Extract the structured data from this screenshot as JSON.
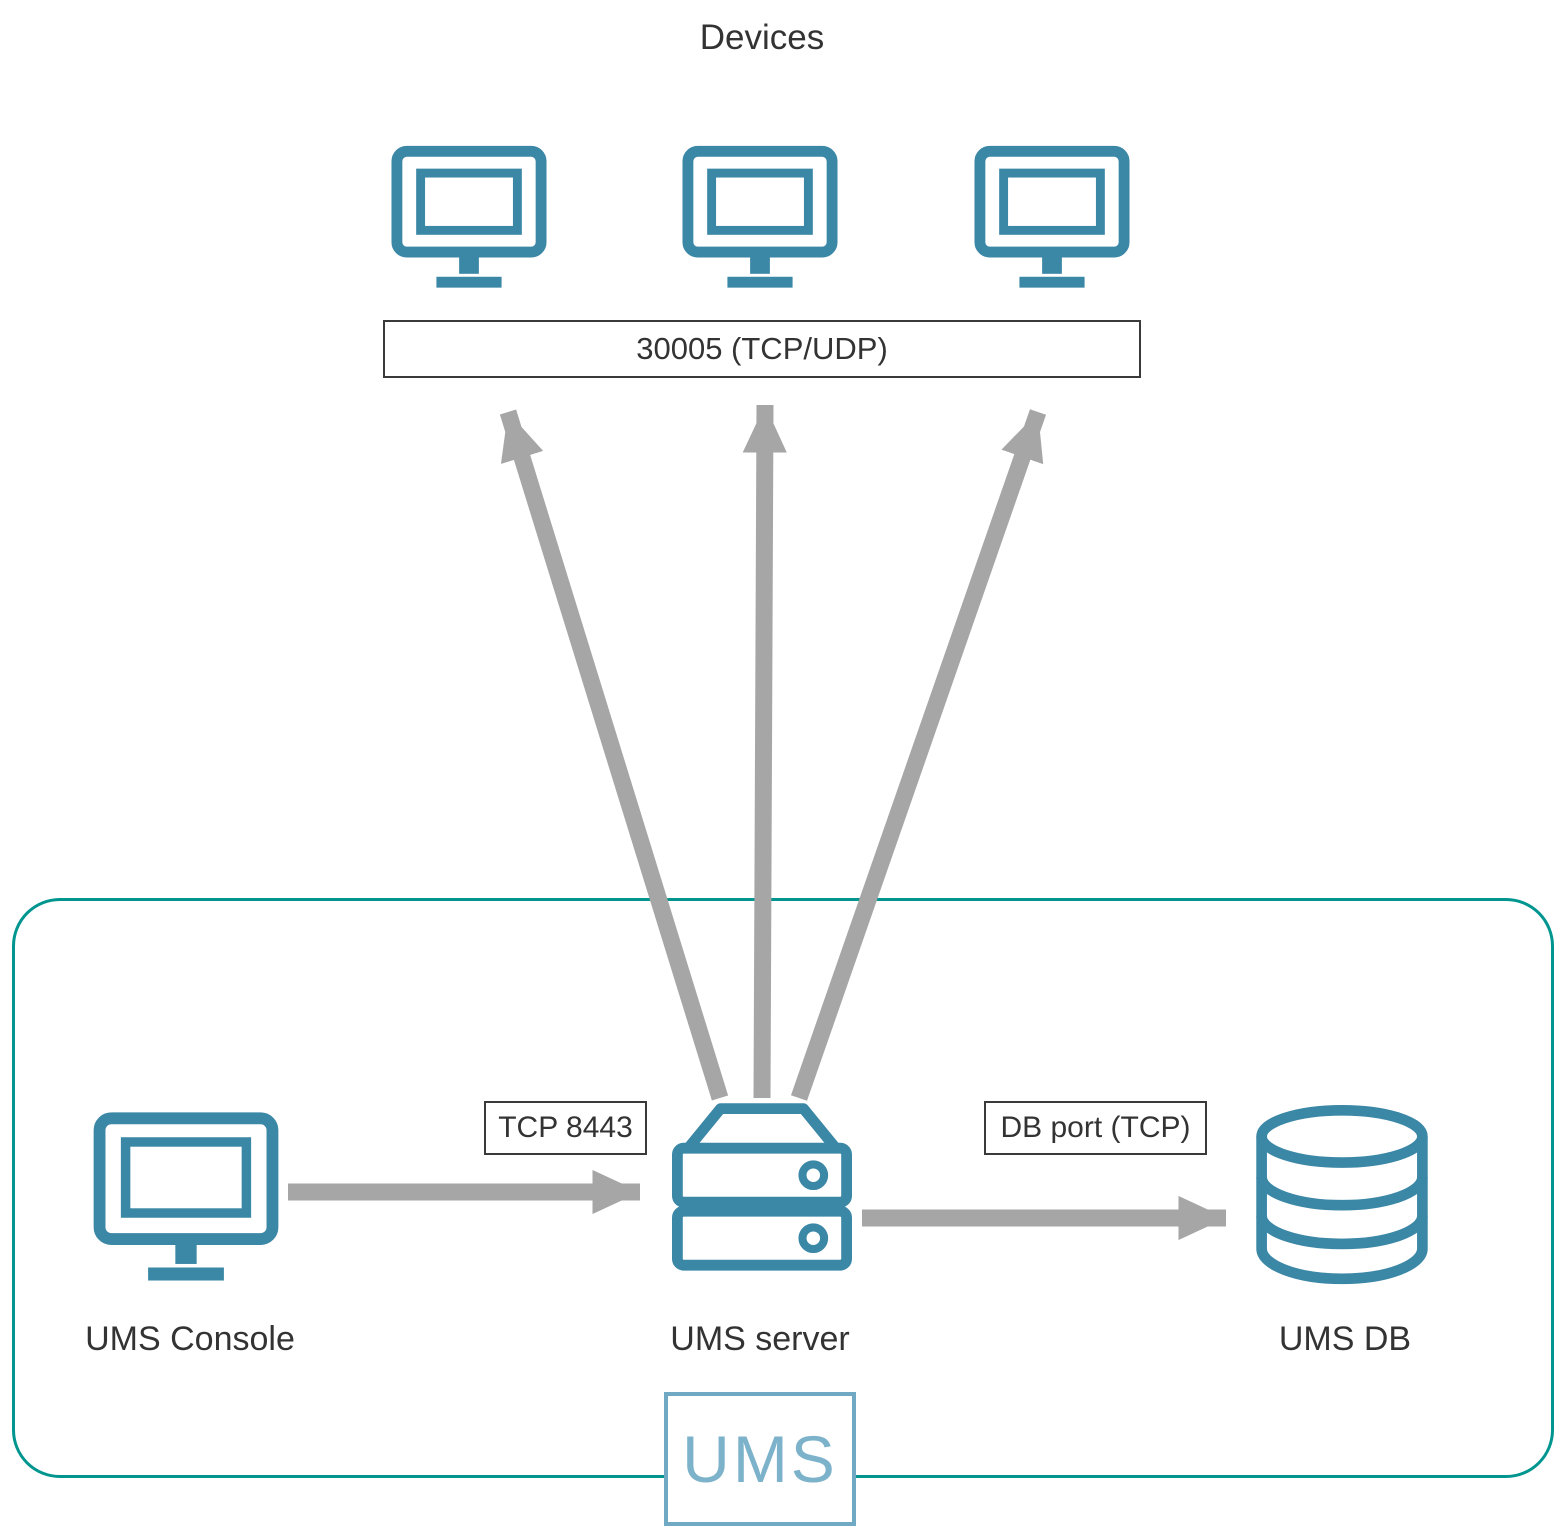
{
  "diagram": {
    "title": "Devices",
    "boundary_label": "UMS",
    "nodes": {
      "devices": {
        "label": "Devices",
        "count": 3,
        "icon": "monitor-icon"
      },
      "console": {
        "label": "UMS Console",
        "icon": "monitor-icon"
      },
      "server": {
        "label": "UMS server",
        "icon": "server-stack-icon"
      },
      "db": {
        "label": "UMS DB",
        "icon": "database-icon"
      }
    },
    "ports": {
      "devices_port": "30005 (TCP/UDP)",
      "console_to_server": "TCP 8443",
      "server_to_db": "DB port (TCP)"
    },
    "connections": [
      {
        "from": "UMS server",
        "to": "Devices",
        "label": "30005 (TCP/UDP)",
        "direction": "up",
        "count": 3
      },
      {
        "from": "UMS Console",
        "to": "UMS server",
        "label": "TCP 8443",
        "direction": "right"
      },
      {
        "from": "UMS server",
        "to": "UMS DB",
        "label": "DB port (TCP)",
        "direction": "right"
      }
    ],
    "colors": {
      "icon_teal": "#3b87a6",
      "boundary_teal": "#00968f",
      "arrow_gray": "#a6a6a6",
      "logo_blue": "#7db2cb",
      "text": "#333333"
    }
  }
}
